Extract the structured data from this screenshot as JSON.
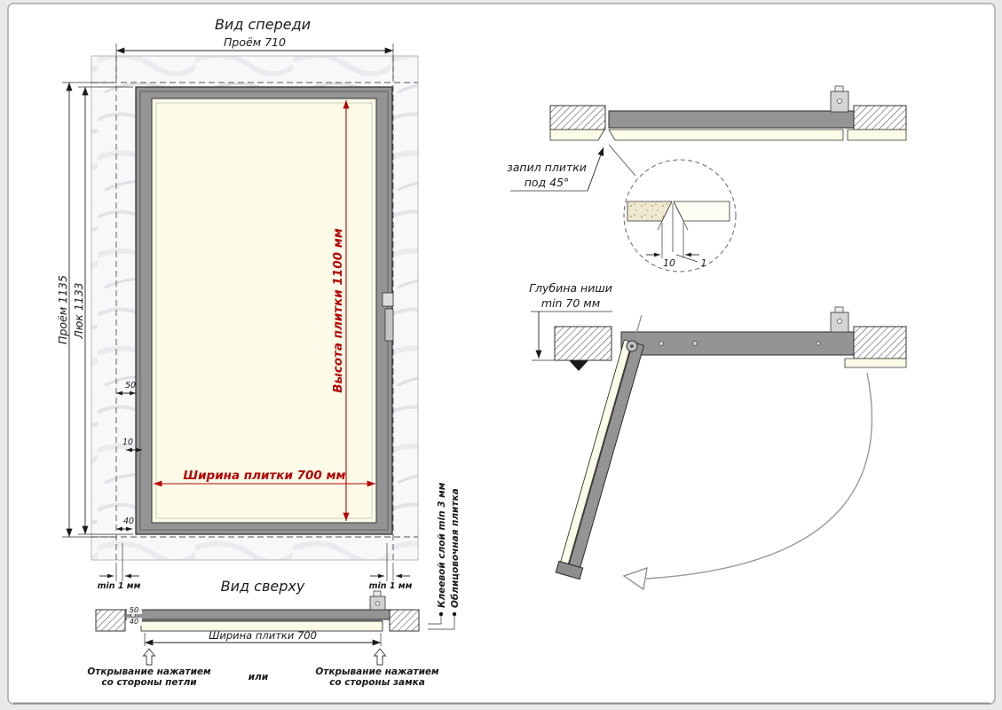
{
  "front_view": {
    "title": "Вид спереди",
    "dim_opening_width": "Проём 710",
    "dim_opening_height": "Проём 1135",
    "dim_hatch_height": "Люк 1133",
    "dim_tile_height": "Высота плитки 1100 мм",
    "dim_tile_width": "Ширина плитки 700 мм",
    "dim_offset_top": "50",
    "dim_offset_mid": "10",
    "dim_offset_bottom": "40",
    "gap_left": "min 1 мм",
    "gap_right": "min 1 мм"
  },
  "top_view": {
    "title": "Вид сверху",
    "dim_profile_50": "50",
    "dim_profile_40": "40",
    "dim_tile_width": "Ширина плитки 700",
    "open_hinge_line1": "Открывание нажатием",
    "open_hinge_line2": "со стороны петли",
    "or_label": "или",
    "open_lock_line1": "Открывание нажатием",
    "open_lock_line2": "со стороны замка",
    "glue_label": "Клеевой слой min 3 мм",
    "tile_label": "Облицовочная плитка"
  },
  "section_closed": {
    "cut_label_line1": "запил плитки",
    "cut_label_line2": "под 45°",
    "detail_dim_gap": "10",
    "detail_dim_joint": "1"
  },
  "section_open": {
    "depth_label_line1": "Глубина ниши",
    "depth_label_line2": "min 70 мм"
  },
  "colors": {
    "dimension_red": "#b40404",
    "frame_gray": "#949494",
    "tile_cream": "#fbfbe8",
    "page_background": "#ffffff",
    "canvas_background": "#e9e9e9"
  }
}
